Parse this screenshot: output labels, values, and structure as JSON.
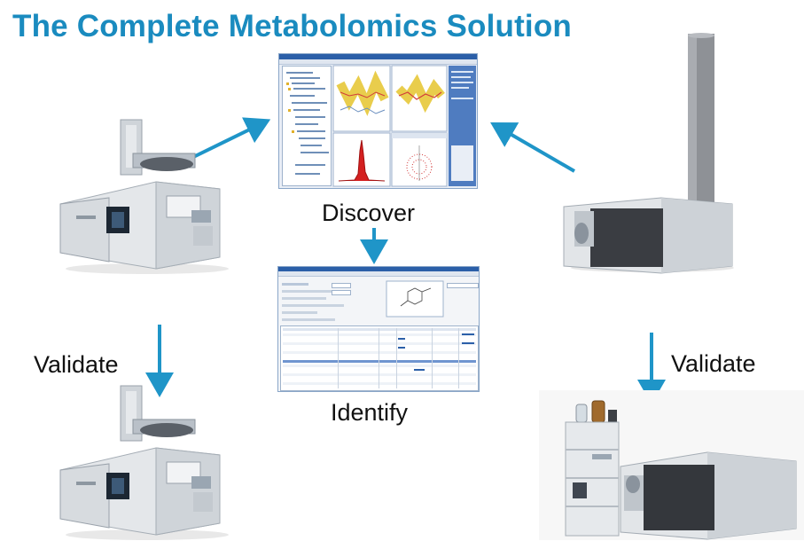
{
  "title": "The Complete Metabolomics Solution",
  "labels": {
    "discover": "Discover",
    "identify": "Identify",
    "validate_left": "Validate",
    "validate_right": "Validate"
  },
  "colors": {
    "title": "#1a8bbf",
    "arrow": "#1f95c8",
    "instrument_body": "#dfe3e7",
    "instrument_dark": "#3a3d42"
  },
  "icons": {
    "gc_ms_top": "gc-ms-instrument",
    "gc_ms_bottom": "gc-ms-instrument",
    "qtof_ms": "qtof-mass-spectrometer",
    "lc_ms": "lc-ms-system",
    "discover_software": "mass-profiler-software-screenshot",
    "identify_software": "library-search-software-screenshot"
  }
}
